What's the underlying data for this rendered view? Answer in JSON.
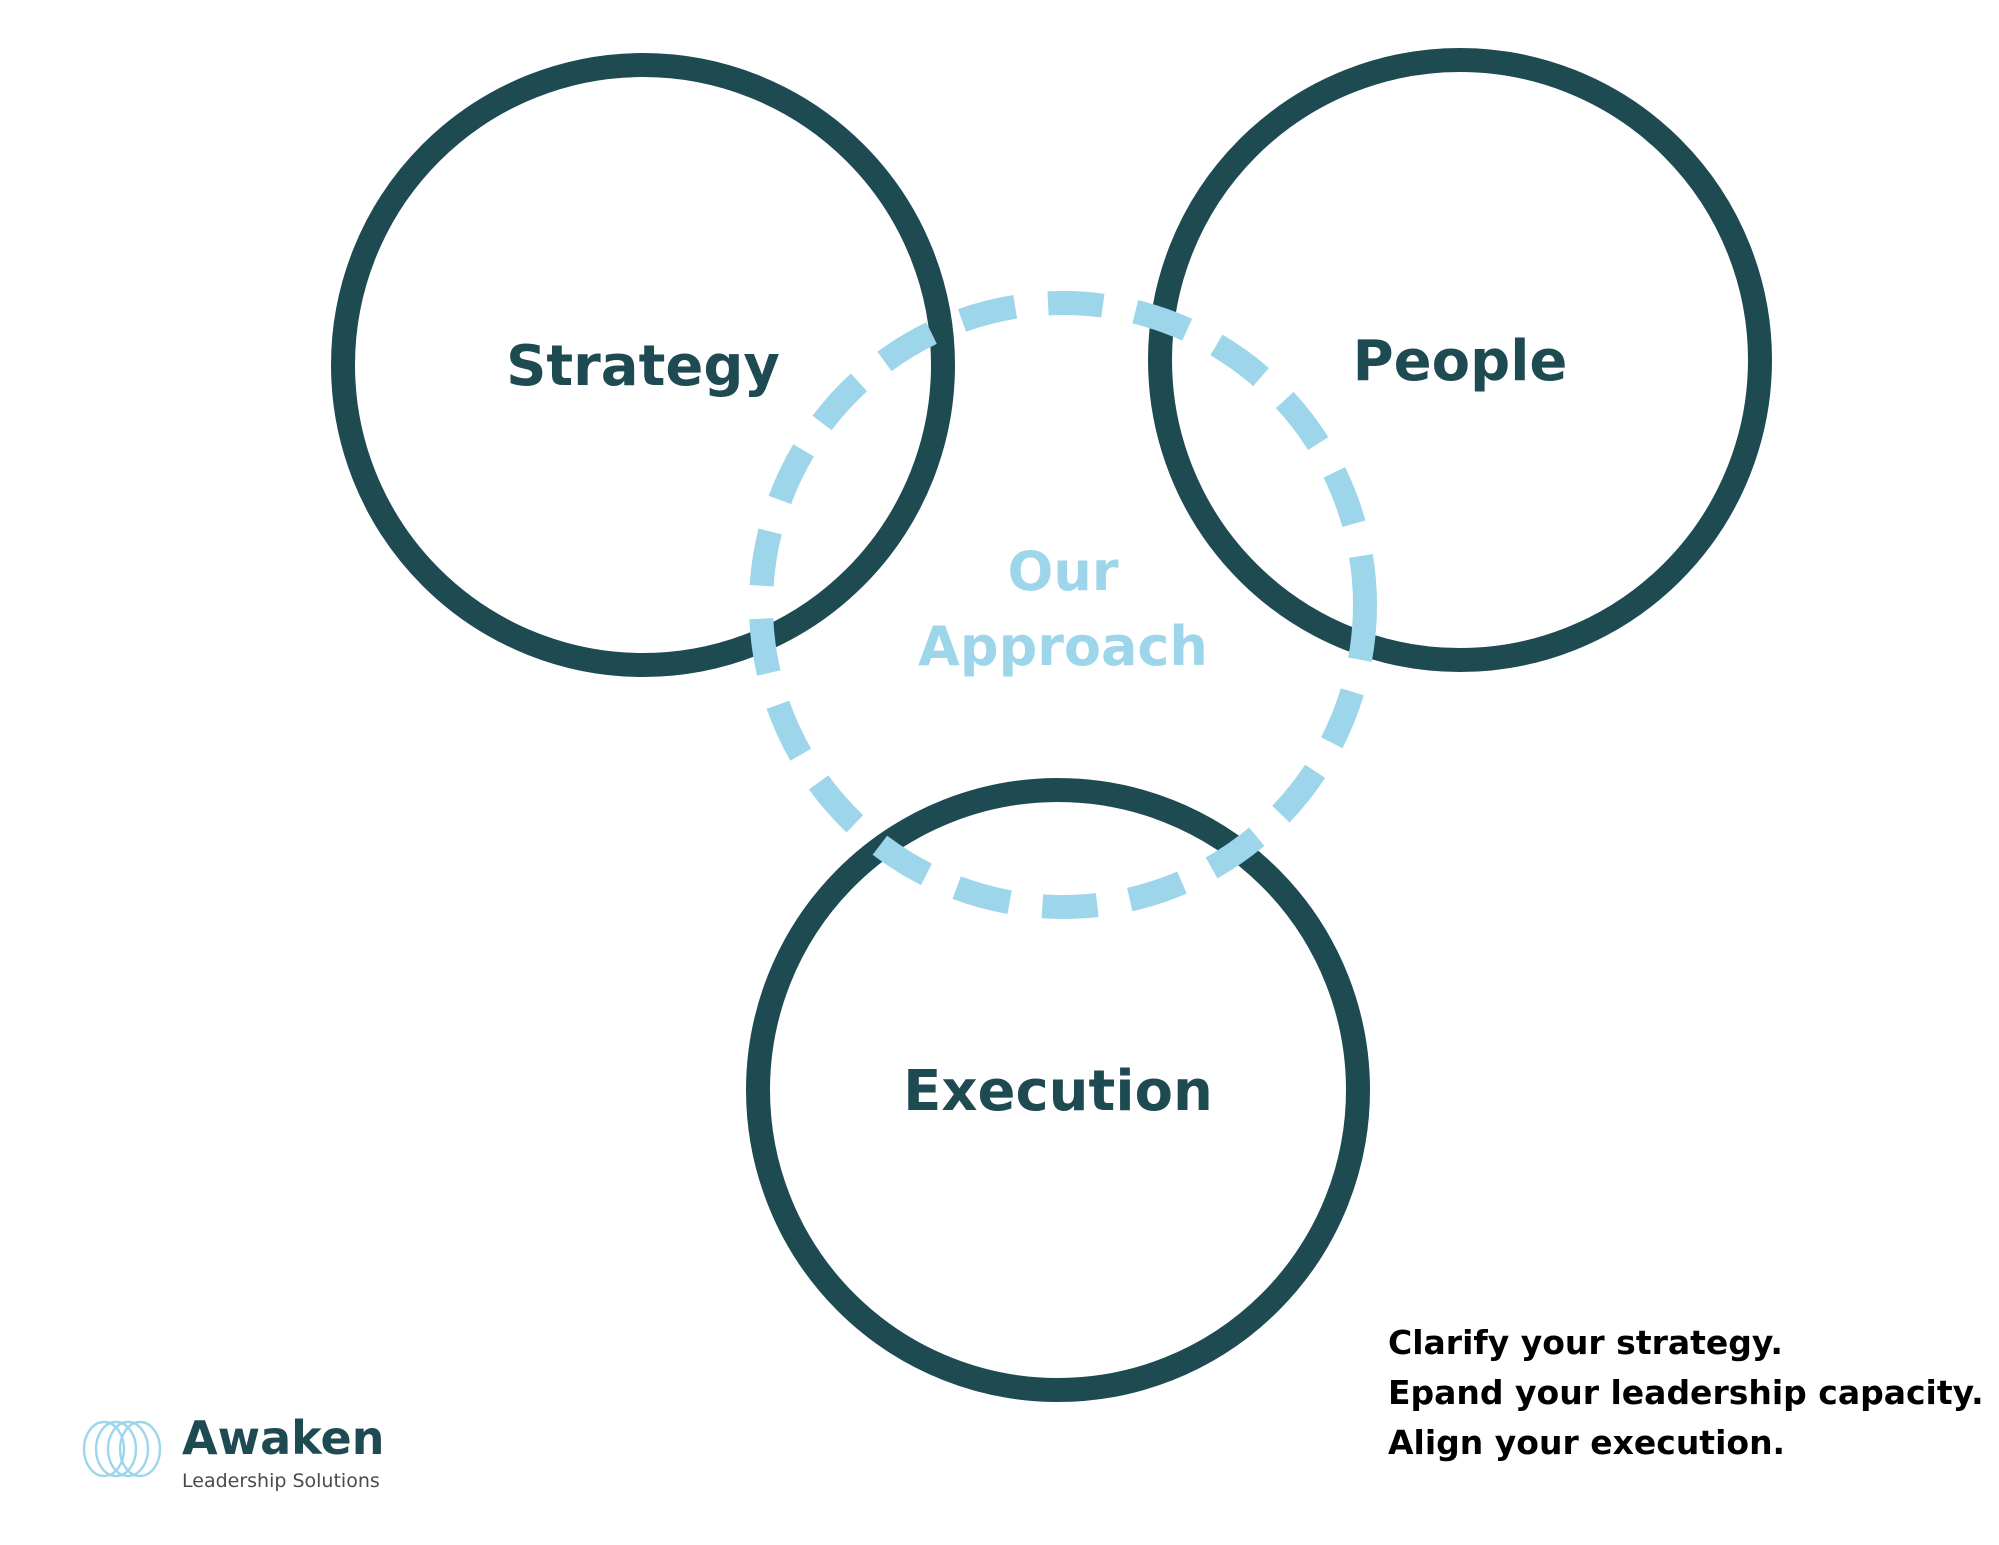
{
  "diagram": {
    "nodes": {
      "strategy": "Strategy",
      "people": "People",
      "execution": "Execution"
    },
    "center": {
      "line1": "Our",
      "line2": "Approach"
    }
  },
  "tagline": {
    "line1": "Clarify your strategy.",
    "line2": "Epand your leadership capacity.",
    "line3": "Align your execution."
  },
  "logo": {
    "name": "Awaken",
    "subtitle": "Leadership Solutions"
  },
  "colors": {
    "ring": "#1e4a52",
    "approach": "#9dd6ea",
    "text_dark": "#1e4a52",
    "tagline": "#000000",
    "logo_mark": "#9dd6ea"
  }
}
